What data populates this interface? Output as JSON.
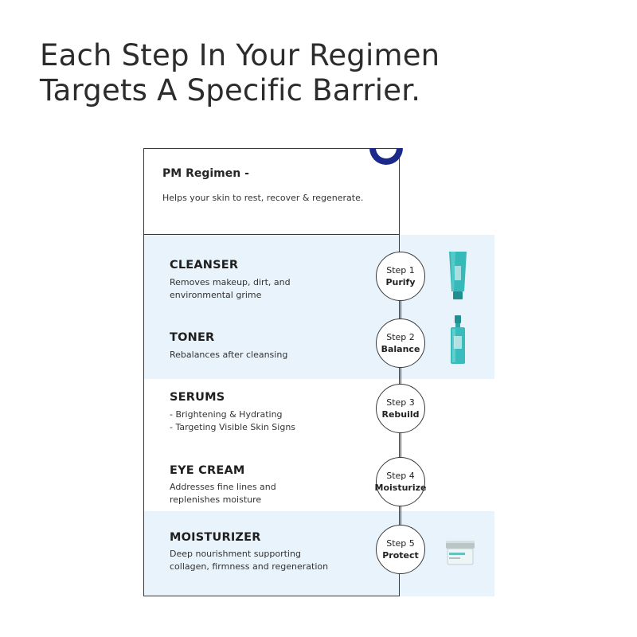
{
  "headline": {
    "line1": "Each Step In Your Regimen",
    "line2": "Targets A Specific Barrier."
  },
  "regimen": {
    "title": "PM Regimen -",
    "subtitle": "Helps your skin to rest, recover & regenerate."
  },
  "steps": [
    {
      "title": "CLEANSER",
      "desc": [
        "Removes makeup, dirt, and",
        "environmental grime"
      ],
      "step_label": "Step 1",
      "step_name": "Purify",
      "product_icon": "tube-cleanser"
    },
    {
      "title": "TONER",
      "desc": [
        "Rebalances after cleansing"
      ],
      "step_label": "Step 2",
      "step_name": "Balance",
      "product_icon": "toner-bottle"
    },
    {
      "title": "SERUMS",
      "desc": [
        "- Brightening & Hydrating",
        "- Targeting Visible Skin Signs"
      ],
      "step_label": "Step 3",
      "step_name": "Rebuild"
    },
    {
      "title": "EYE CREAM",
      "desc": [
        "Addresses fine lines and",
        "replenishes moisture"
      ],
      "step_label": "Step 4",
      "step_name": "Moisturize"
    },
    {
      "title": "MOISTURIZER",
      "desc": [
        "Deep nourishment supporting",
        "collagen, firmness and regeneration"
      ],
      "step_label": "Step 5",
      "step_name": "Protect",
      "product_icon": "cream-jar"
    }
  ],
  "colors": {
    "band": "#e8f3fb",
    "moon": "#1b2a8a",
    "product_teal": "#2fb3b3",
    "text_dark": "#2c2c2c"
  }
}
